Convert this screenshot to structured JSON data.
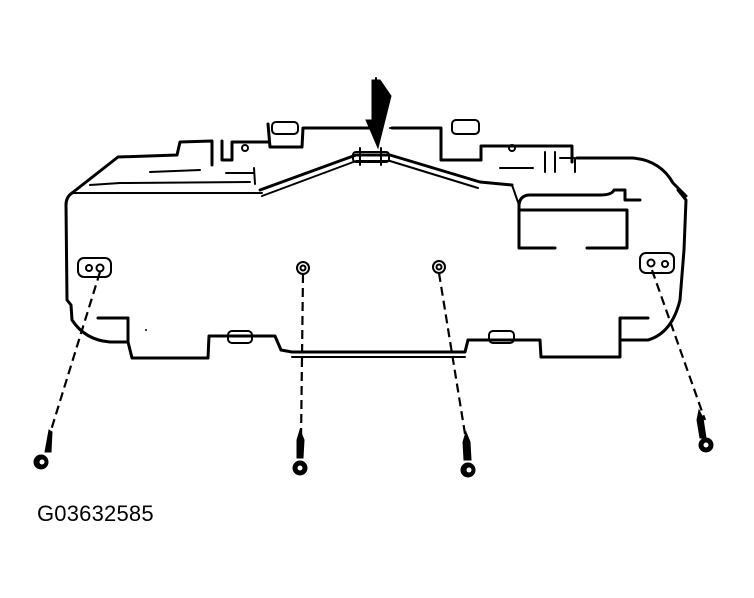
{
  "figure": {
    "id_label": "G03632585",
    "subject": "instrument-cluster-rear-view",
    "callouts": {
      "arrow": "pointer-arrow-to-center-connector"
    },
    "fasteners": [
      {
        "name": "screw-left-outer",
        "hole": [
          99,
          268
        ],
        "head": [
          46,
          460
        ]
      },
      {
        "name": "screw-left-center",
        "hole": [
          303,
          268
        ],
        "head": [
          299,
          465
        ]
      },
      {
        "name": "screw-right-center",
        "hole": [
          439,
          267
        ],
        "head": [
          470,
          467
        ]
      },
      {
        "name": "screw-right-outer",
        "hole": [
          652,
          263
        ],
        "head": [
          708,
          445
        ]
      }
    ],
    "colors": {
      "line": "#000000",
      "background": "#ffffff"
    }
  }
}
